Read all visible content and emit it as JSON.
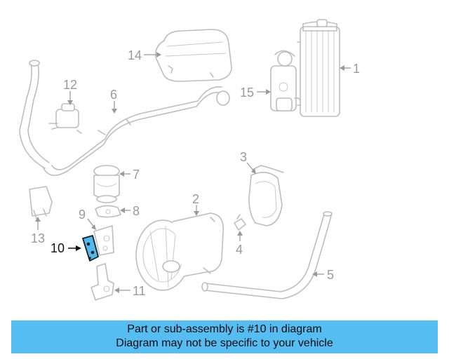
{
  "diagram": {
    "callouts": [
      "1",
      "2",
      "3",
      "4",
      "5",
      "6",
      "7",
      "8",
      "9",
      "10",
      "11",
      "12",
      "13",
      "14",
      "15"
    ],
    "highlighted": "10"
  },
  "banner": {
    "line1": "Part or sub-assembly is #10 in diagram",
    "line2": "Diagram may not be specific to your vehicle"
  },
  "colors": {
    "banner_bg": "#55bdf2",
    "highlight_part": "#4fb8ee",
    "line_art": "#bdbdbd"
  }
}
